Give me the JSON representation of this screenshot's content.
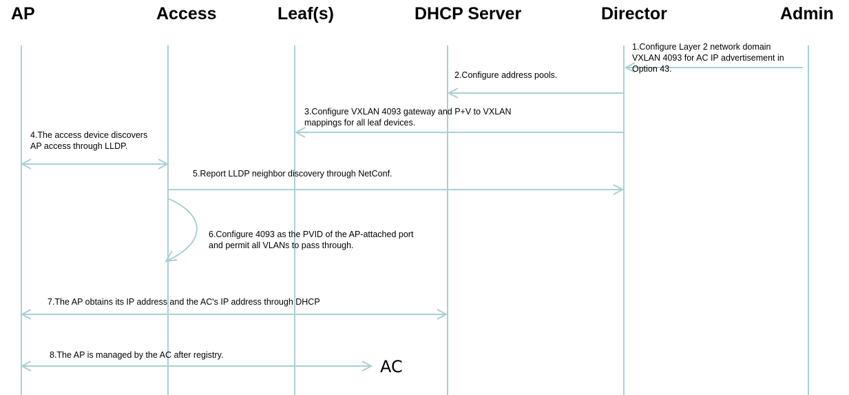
{
  "participants": [
    {
      "id": "ap",
      "label": "AP"
    },
    {
      "id": "access",
      "label": "Access"
    },
    {
      "id": "leaf",
      "label": "Leaf(s)"
    },
    {
      "id": "dhcp",
      "label": "DHCP Server"
    },
    {
      "id": "director",
      "label": "Director"
    },
    {
      "id": "admin",
      "label": "Admin"
    }
  ],
  "messages": [
    {
      "id": "m1",
      "text": "1.Configure Layer 2 network domain\nVXLAN 4093 for AC IP advertisement in\nOption 43."
    },
    {
      "id": "m2",
      "text": "2.Configure address pools."
    },
    {
      "id": "m3",
      "text": "3.Configure VXLAN 4093 gateway and P+V to VXLAN\nmappings for all leaf devices."
    },
    {
      "id": "m4",
      "text": "4.The access device discovers\nAP access through LLDP."
    },
    {
      "id": "m5",
      "text": "5.Report LLDP neighbor discovery through NetConf."
    },
    {
      "id": "m6",
      "text": "6.Configure 4093 as the PVID of the AP-attached port\nand permit all VLANs to pass through."
    },
    {
      "id": "m7",
      "text": "7.The AP obtains its IP address and the AC's IP address through DHCP"
    },
    {
      "id": "m8",
      "text": "8.The AP is managed by the AC after registry."
    }
  ],
  "ac_label": "AC",
  "colors": {
    "line": "#a9cfd3",
    "text": "#000000"
  }
}
